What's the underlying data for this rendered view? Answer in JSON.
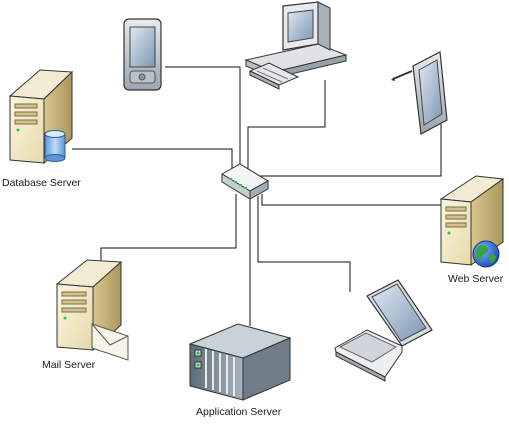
{
  "diagram": {
    "nodes": [
      {
        "id": "switch",
        "icon": "network-switch-icon",
        "label": ""
      },
      {
        "id": "pda",
        "icon": "pda-icon",
        "label": ""
      },
      {
        "id": "workstation",
        "icon": "desktop-computer-icon",
        "label": ""
      },
      {
        "id": "tablet",
        "icon": "tablet-pc-icon",
        "label": ""
      },
      {
        "id": "database-server",
        "icon": "database-server-icon",
        "label": "Database Server"
      },
      {
        "id": "web-server",
        "icon": "web-server-icon",
        "label": "Web Server"
      },
      {
        "id": "mail-server",
        "icon": "mail-server-icon",
        "label": "Mail Server"
      },
      {
        "id": "application-server",
        "icon": "application-server-icon",
        "label": "Application Server"
      },
      {
        "id": "laptop",
        "icon": "laptop-icon",
        "label": ""
      }
    ],
    "edges": [
      {
        "from": "switch",
        "to": "pda"
      },
      {
        "from": "switch",
        "to": "workstation"
      },
      {
        "from": "switch",
        "to": "tablet"
      },
      {
        "from": "switch",
        "to": "database-server"
      },
      {
        "from": "switch",
        "to": "web-server"
      },
      {
        "from": "switch",
        "to": "mail-server"
      },
      {
        "from": "switch",
        "to": "application-server"
      },
      {
        "from": "switch",
        "to": "laptop"
      }
    ],
    "colors": {
      "line": "#111111",
      "server_body": "#efe6c4",
      "server_side": "#c9b77f",
      "screen": "#9fb3c8",
      "device_frame": "#e3e6ea",
      "globe": "#2a62c9",
      "land": "#3aa63a",
      "database": "#7fb4e6",
      "led": "#2ecc40"
    }
  }
}
